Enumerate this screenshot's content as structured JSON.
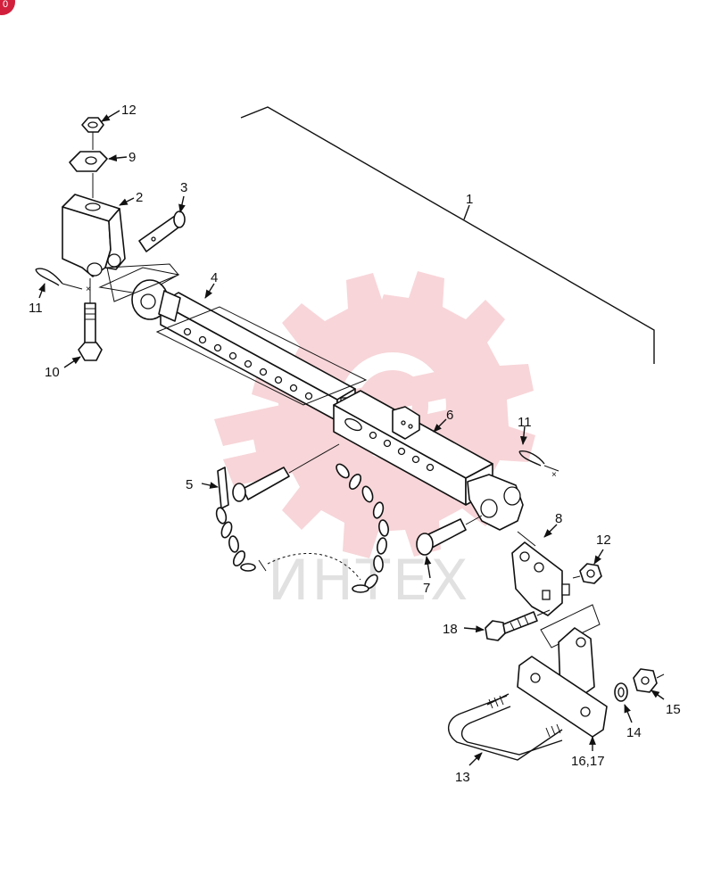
{
  "corner_badge": {
    "label": "0",
    "color": "#d21f3c"
  },
  "watermark": {
    "text": "ИНТЕХ",
    "color": "#f2b3b9",
    "icon": "gear-icon"
  },
  "callouts": [
    {
      "id": "c12a",
      "label": "12"
    },
    {
      "id": "c9",
      "label": "9"
    },
    {
      "id": "c2",
      "label": "2"
    },
    {
      "id": "c3",
      "label": "3"
    },
    {
      "id": "c1",
      "label": "1"
    },
    {
      "id": "c4",
      "label": "4"
    },
    {
      "id": "c11a",
      "label": "11"
    },
    {
      "id": "c10",
      "label": "10"
    },
    {
      "id": "c6",
      "label": "6"
    },
    {
      "id": "c11b",
      "label": "11"
    },
    {
      "id": "c5",
      "label": "5"
    },
    {
      "id": "c8",
      "label": "8"
    },
    {
      "id": "c12b",
      "label": "12"
    },
    {
      "id": "c7",
      "label": "7"
    },
    {
      "id": "c18",
      "label": "18"
    },
    {
      "id": "c15",
      "label": "15"
    },
    {
      "id": "c14",
      "label": "14"
    },
    {
      "id": "c1617",
      "label": "16,17"
    },
    {
      "id": "c13",
      "label": "13"
    }
  ]
}
